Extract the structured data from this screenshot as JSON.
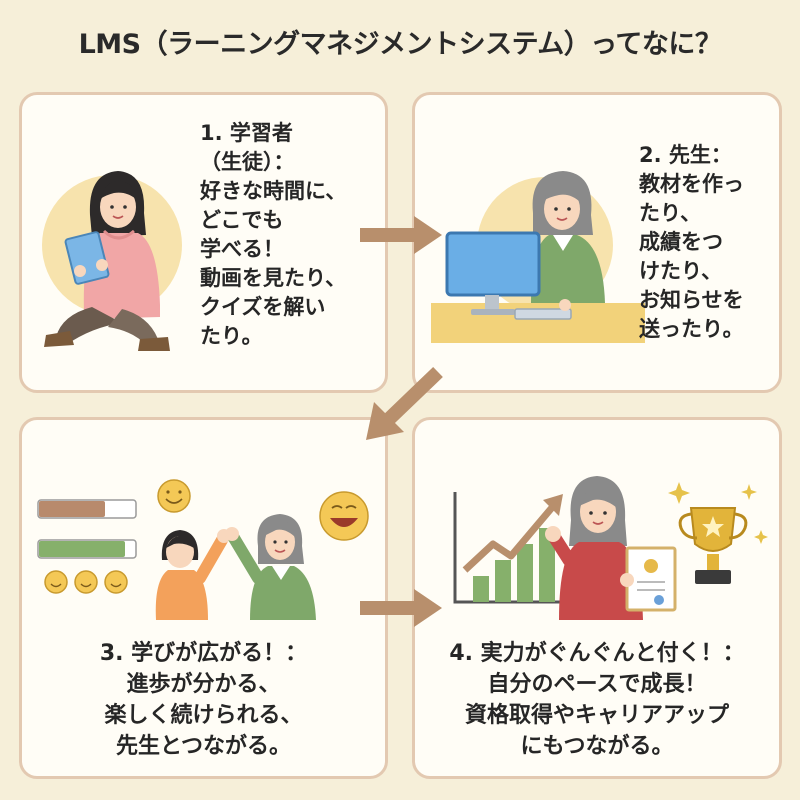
{
  "title": "LMS（ラーニングマネジメントシステム）ってなに？",
  "colors": {
    "background": "#f6efd9",
    "card": "#fffdf6",
    "card_border": "#e3c9b1",
    "arrow": "#b88f6c"
  },
  "cards": [
    {
      "heading": "1. 学習者\n（生徒）：",
      "body": "好きな時間に、\nどこでも\n学べる！\n動画を見たり、\nクイズを解い\nたり。"
    },
    {
      "heading": "2. 先生：",
      "body": "教材を作っ\nたり、\n成績をつ\nけたり、\nお知らせを\n送ったり。"
    },
    {
      "heading": "3. 学びが広がる！：",
      "body": "進歩が分かる、\n楽しく続けられる、\n先生とつながる。"
    },
    {
      "heading": "4. 実力がぐんぐんと付く！：",
      "body": "自分のペースで成長！\n資格取得やキャリアアップ\nにもつながる。"
    }
  ]
}
